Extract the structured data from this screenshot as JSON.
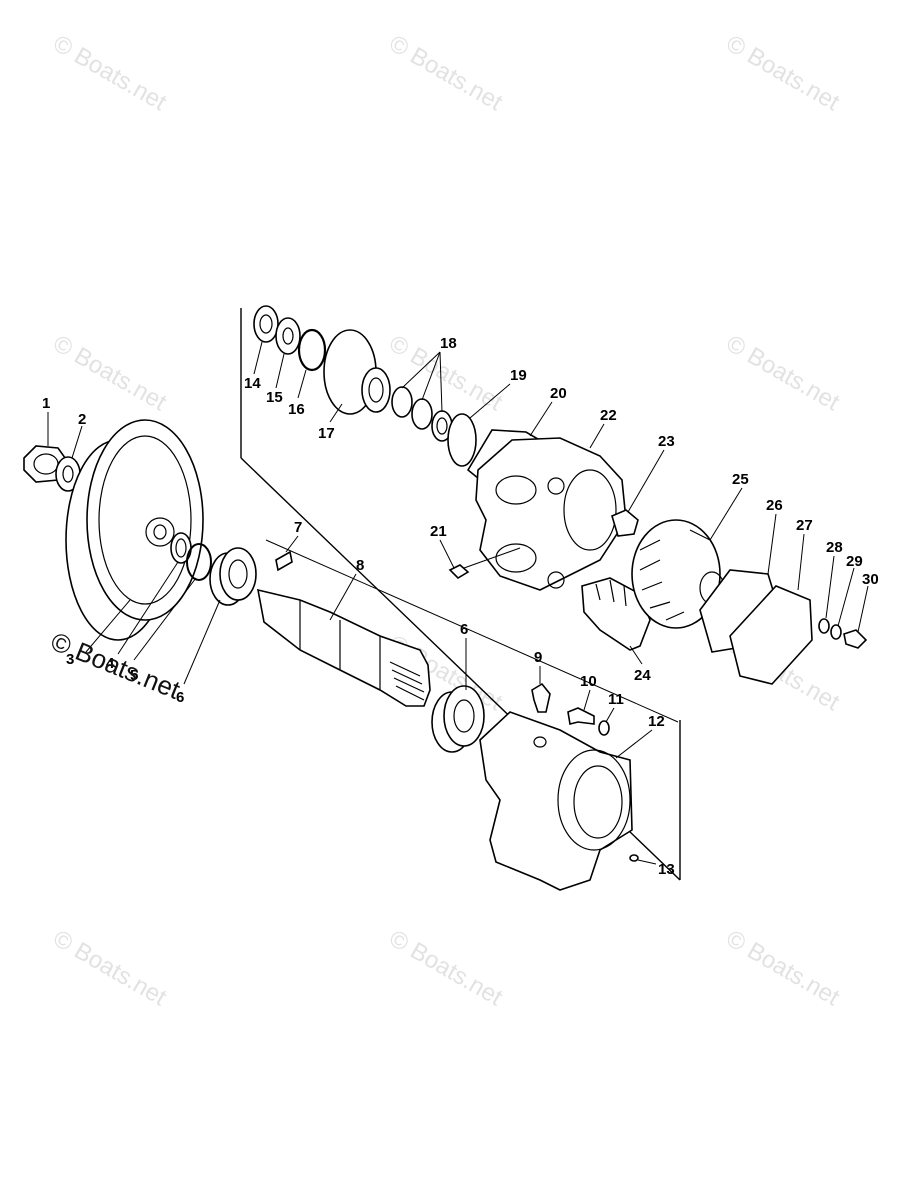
{
  "watermark": "© Boats.net",
  "watermark_main": "© Boats.net",
  "parts": [
    {
      "id": "p1",
      "label": "1"
    },
    {
      "id": "p2",
      "label": "2"
    },
    {
      "id": "p3",
      "label": "3"
    },
    {
      "id": "p4",
      "label": "4"
    },
    {
      "id": "p5",
      "label": "5"
    },
    {
      "id": "p6a",
      "label": "6"
    },
    {
      "id": "p6b",
      "label": "6"
    },
    {
      "id": "p7",
      "label": "7"
    },
    {
      "id": "p8",
      "label": "8"
    },
    {
      "id": "p9",
      "label": "9"
    },
    {
      "id": "p10",
      "label": "10"
    },
    {
      "id": "p11",
      "label": "11"
    },
    {
      "id": "p12",
      "label": "12"
    },
    {
      "id": "p13",
      "label": "13"
    },
    {
      "id": "p14",
      "label": "14"
    },
    {
      "id": "p15",
      "label": "15"
    },
    {
      "id": "p16",
      "label": "16"
    },
    {
      "id": "p17",
      "label": "17"
    },
    {
      "id": "p18",
      "label": "18"
    },
    {
      "id": "p19",
      "label": "19"
    },
    {
      "id": "p20",
      "label": "20"
    },
    {
      "id": "p21",
      "label": "21"
    },
    {
      "id": "p22",
      "label": "22"
    },
    {
      "id": "p23",
      "label": "23"
    },
    {
      "id": "p24",
      "label": "24"
    },
    {
      "id": "p25",
      "label": "25"
    },
    {
      "id": "p26",
      "label": "26"
    },
    {
      "id": "p27",
      "label": "27"
    },
    {
      "id": "p28",
      "label": "28"
    },
    {
      "id": "p29",
      "label": "29"
    },
    {
      "id": "p30",
      "label": "30"
    }
  ]
}
